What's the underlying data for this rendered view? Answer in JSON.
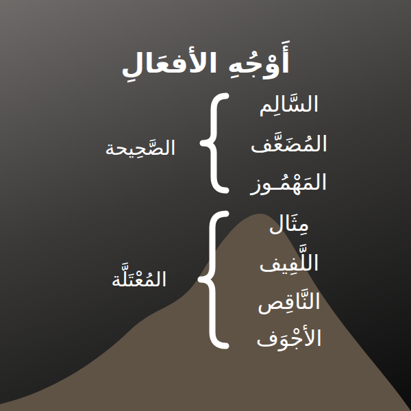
{
  "diagram": {
    "title": "أَوْجُهِ الأفعَالِ",
    "labels": [
      "السَّالِم",
      "المُضَعَّف",
      "المَهْمُـوز",
      "الصَّحِيحة",
      "مِثَال",
      "اللَّفِيف",
      "النَّاقِص",
      "الأجْوَف",
      "المُعْتَلَّة"
    ]
  }
}
